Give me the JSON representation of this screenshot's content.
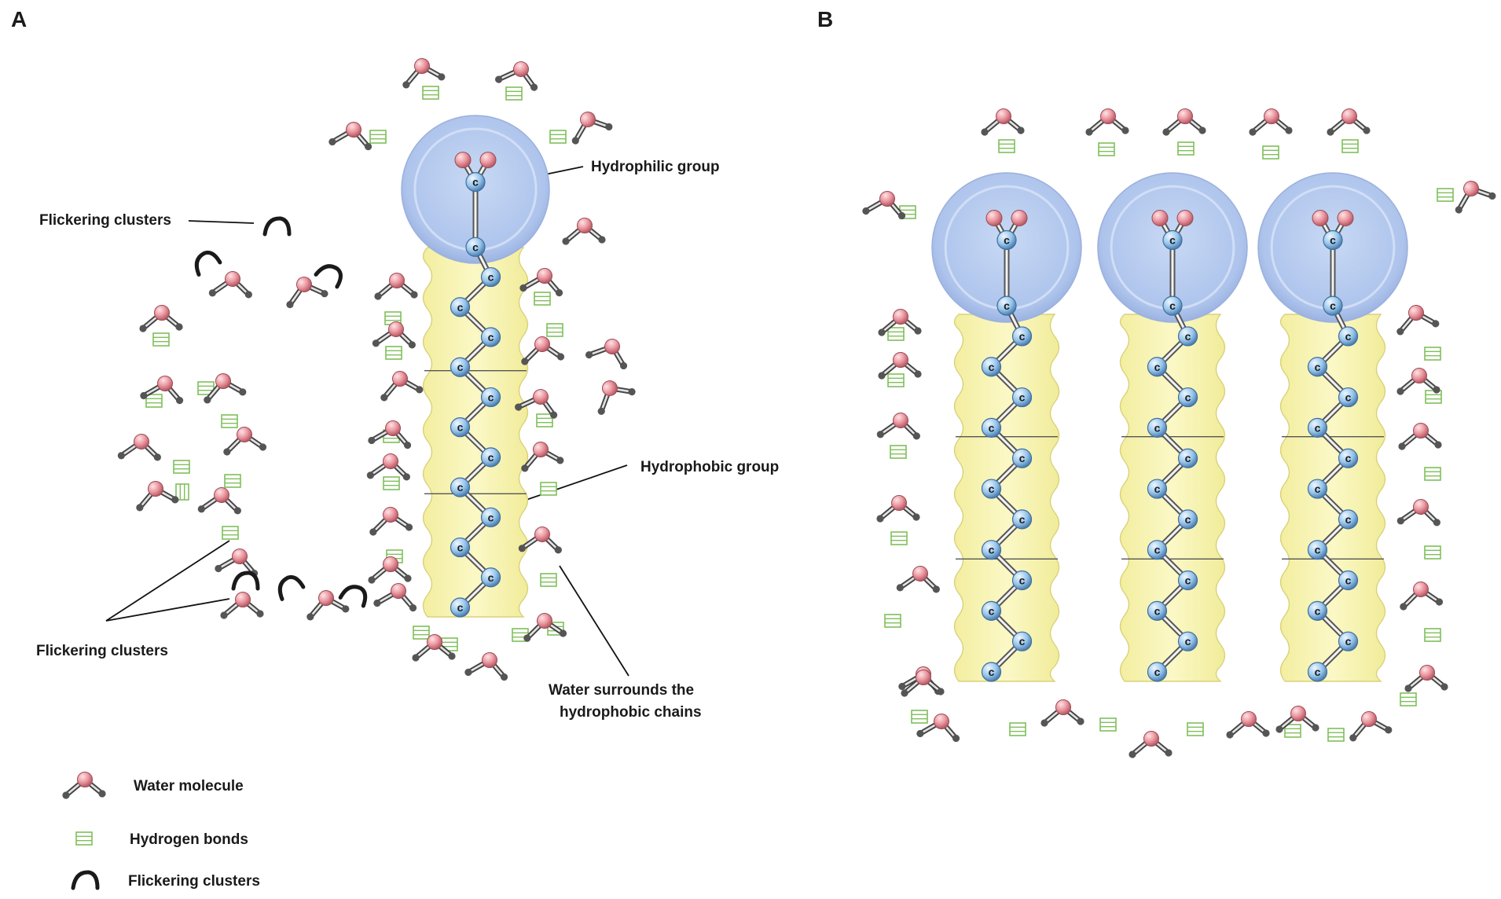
{
  "panels": {
    "a": "A",
    "b": "B"
  },
  "atom_symbol": "c",
  "labels": {
    "flickering_top": "Flickering clusters",
    "flickering_bottom": "Flickering clusters",
    "hydrophilic": "Hydrophilic group",
    "hydrophobic": "Hydrophobic group",
    "water_surrounds_line1": "Water surrounds the",
    "water_surrounds_line2": "hydrophobic chains"
  },
  "legend": {
    "water": "Water molecule",
    "hbond": "Hydrogen bonds",
    "cluster": "Flickering clusters"
  },
  "colors": {
    "oxygen": "#e88f98",
    "hydrogen": "#555555",
    "carbon": "#8fbfe6",
    "hbond": "#7fbf5a",
    "head": "#b9cdee",
    "tail": "#f7f3a6"
  }
}
